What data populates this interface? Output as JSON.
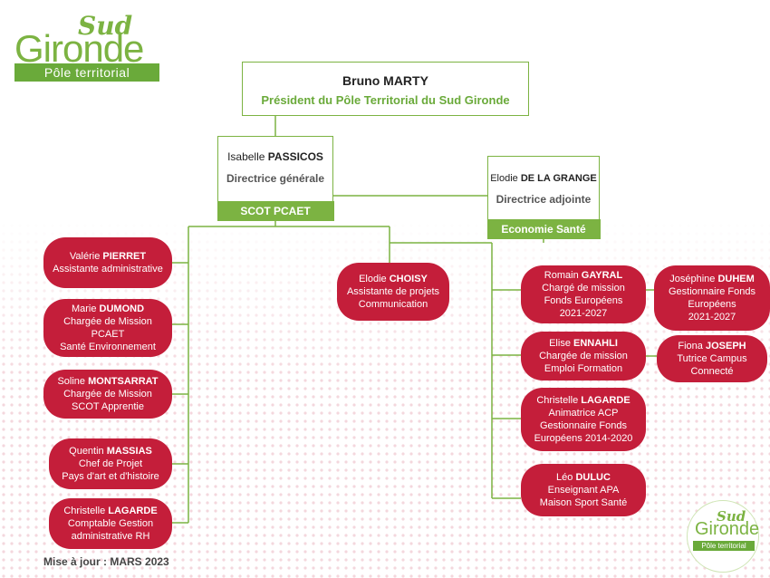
{
  "logo": {
    "sud": "Sud",
    "gironde": "Gironde",
    "bar": "Pôle territorial"
  },
  "president": {
    "first": "Bruno",
    "last": "MARTY",
    "role": "Président du Pôle Territorial du Sud Gironde"
  },
  "dg": {
    "first": "Isabelle",
    "last": "PASSICOS",
    "role": "Directrice générale",
    "dept": "SCOT PCAET"
  },
  "da": {
    "first": "Elodie",
    "last": "DE LA GRANGE",
    "role": "Directrice adjointe",
    "dept": "Economie Santé"
  },
  "left_staff": [
    {
      "first": "Valérie",
      "last": "PIERRET",
      "lines": [
        "Assistante administrative"
      ]
    },
    {
      "first": "Marie",
      "last": "DUMOND",
      "lines": [
        "Chargée de Mission",
        "PCAET",
        "Santé Environnement"
      ]
    },
    {
      "first": "Soline",
      "last": "MONTSARRAT",
      "lines": [
        "Chargée de Mission",
        "SCOT Apprentie"
      ]
    },
    {
      "first": "Quentin",
      "last": "MASSIAS",
      "lines": [
        "Chef de Projet",
        "Pays d'art et d'histoire"
      ]
    },
    {
      "first": "Christelle",
      "last": "LAGARDE",
      "lines": [
        "Comptable Gestion",
        "administrative RH"
      ]
    }
  ],
  "center_staff": {
    "first": "Elodie",
    "last": "CHOISY",
    "lines": [
      "Assistante de projets",
      "Communication"
    ]
  },
  "right_staff": [
    {
      "first": "Romain",
      "last": "GAYRAL",
      "lines": [
        "Chargé de mission",
        "Fonds Européens",
        "2021-2027"
      ]
    },
    {
      "first": "Elise",
      "last": "ENNAHLI",
      "lines": [
        "Chargée de mission",
        "Emploi Formation"
      ]
    },
    {
      "first": "Christelle",
      "last": "LAGARDE",
      "lines": [
        "Animatrice ACP",
        "Gestionnaire Fonds",
        "Européens 2014-2020"
      ]
    },
    {
      "first": "Léo",
      "last": "DULUC",
      "lines": [
        "Enseignant APA",
        "Maison Sport Santé"
      ]
    }
  ],
  "far_right_staff": [
    {
      "first": "Joséphine",
      "last": "DUHEM",
      "lines": [
        "Gestionnaire Fonds",
        "Européens",
        "2021-2027"
      ]
    },
    {
      "first": "Fiona",
      "last": "JOSEPH",
      "lines": [
        "Tutrice Campus",
        "Connecté"
      ]
    }
  ],
  "update": "Mise à jour : MARS 2023",
  "colors": {
    "green": "#7cb342",
    "red": "#c41e3a",
    "dots": "#f4d7dd"
  }
}
